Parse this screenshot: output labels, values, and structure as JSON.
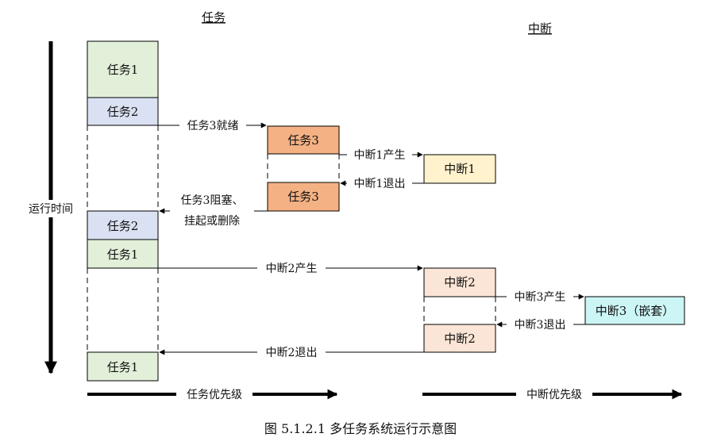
{
  "headers": {
    "task": "任务",
    "interrupt": "中断"
  },
  "axis": {
    "time": "运行时间",
    "task_priority": "任务优先级",
    "interrupt_priority": "中断优先级"
  },
  "boxes": {
    "task1_a": "任务1",
    "task2_a": "任务2",
    "task3_a": "任务3",
    "int1": "中断1",
    "task3_b": "任务3",
    "task2_b": "任务2",
    "task1_b": "任务1",
    "int2_a": "中断2",
    "int3": "中断3（嵌套）",
    "int2_b": "中断2",
    "task1_c": "任务1"
  },
  "arrows": {
    "task3_ready": "任务3就绪",
    "int1_occur": "中断1产生",
    "int1_exit": "中断1退出",
    "task3_block_line1": "任务3阻塞、",
    "task3_block_line2": "挂起或删除",
    "int2_occur": "中断2产生",
    "int3_occur": "中断3产生",
    "int3_exit": "中断3退出",
    "int2_exit": "中断2退出"
  },
  "caption": "图 5.1.2.1  多任务系统运行示意图",
  "colors": {
    "task1": "#e2efd9",
    "task2": "#d9e1f2",
    "task3": "#f4b183",
    "int1": "#fff2cc",
    "int2": "#fbe5d6",
    "int3": "#ccf5f5",
    "line": "#000000"
  }
}
